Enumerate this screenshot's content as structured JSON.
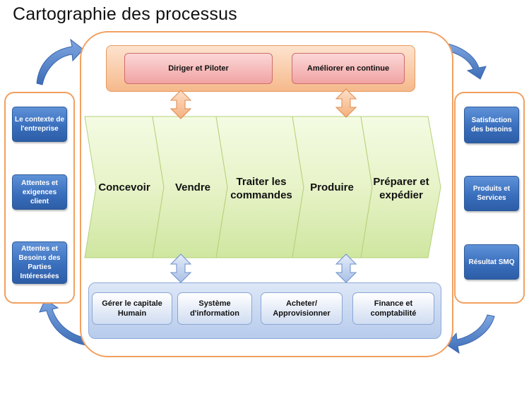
{
  "title": "Cartographie des processus",
  "inputs": [
    "Le contexte de l'entreprise",
    "Attentes et exigences client",
    "Attentes et Besoins des Parties Intéressées"
  ],
  "outputs": [
    "Satisfaction des besoins",
    "Produits et Services",
    "Résultat SMQ"
  ],
  "management": [
    "Diriger et Piloter",
    "Améliorer en continue"
  ],
  "realisation": [
    "Concevoir",
    "Vendre",
    "Traiter les commandes",
    "Produire",
    "Préparer et expédier"
  ],
  "support": [
    "Gérer le capitale Humain",
    "Système d'information",
    "Acheter/ Approvisionner",
    "Finance et comptabilité"
  ],
  "colors": {
    "frame": "#f2a060",
    "input_box": "#3a6fbd",
    "chevron_fill": "#e7f3c8",
    "management_band": "#f6b98b",
    "support_band": "#b7cbec"
  }
}
